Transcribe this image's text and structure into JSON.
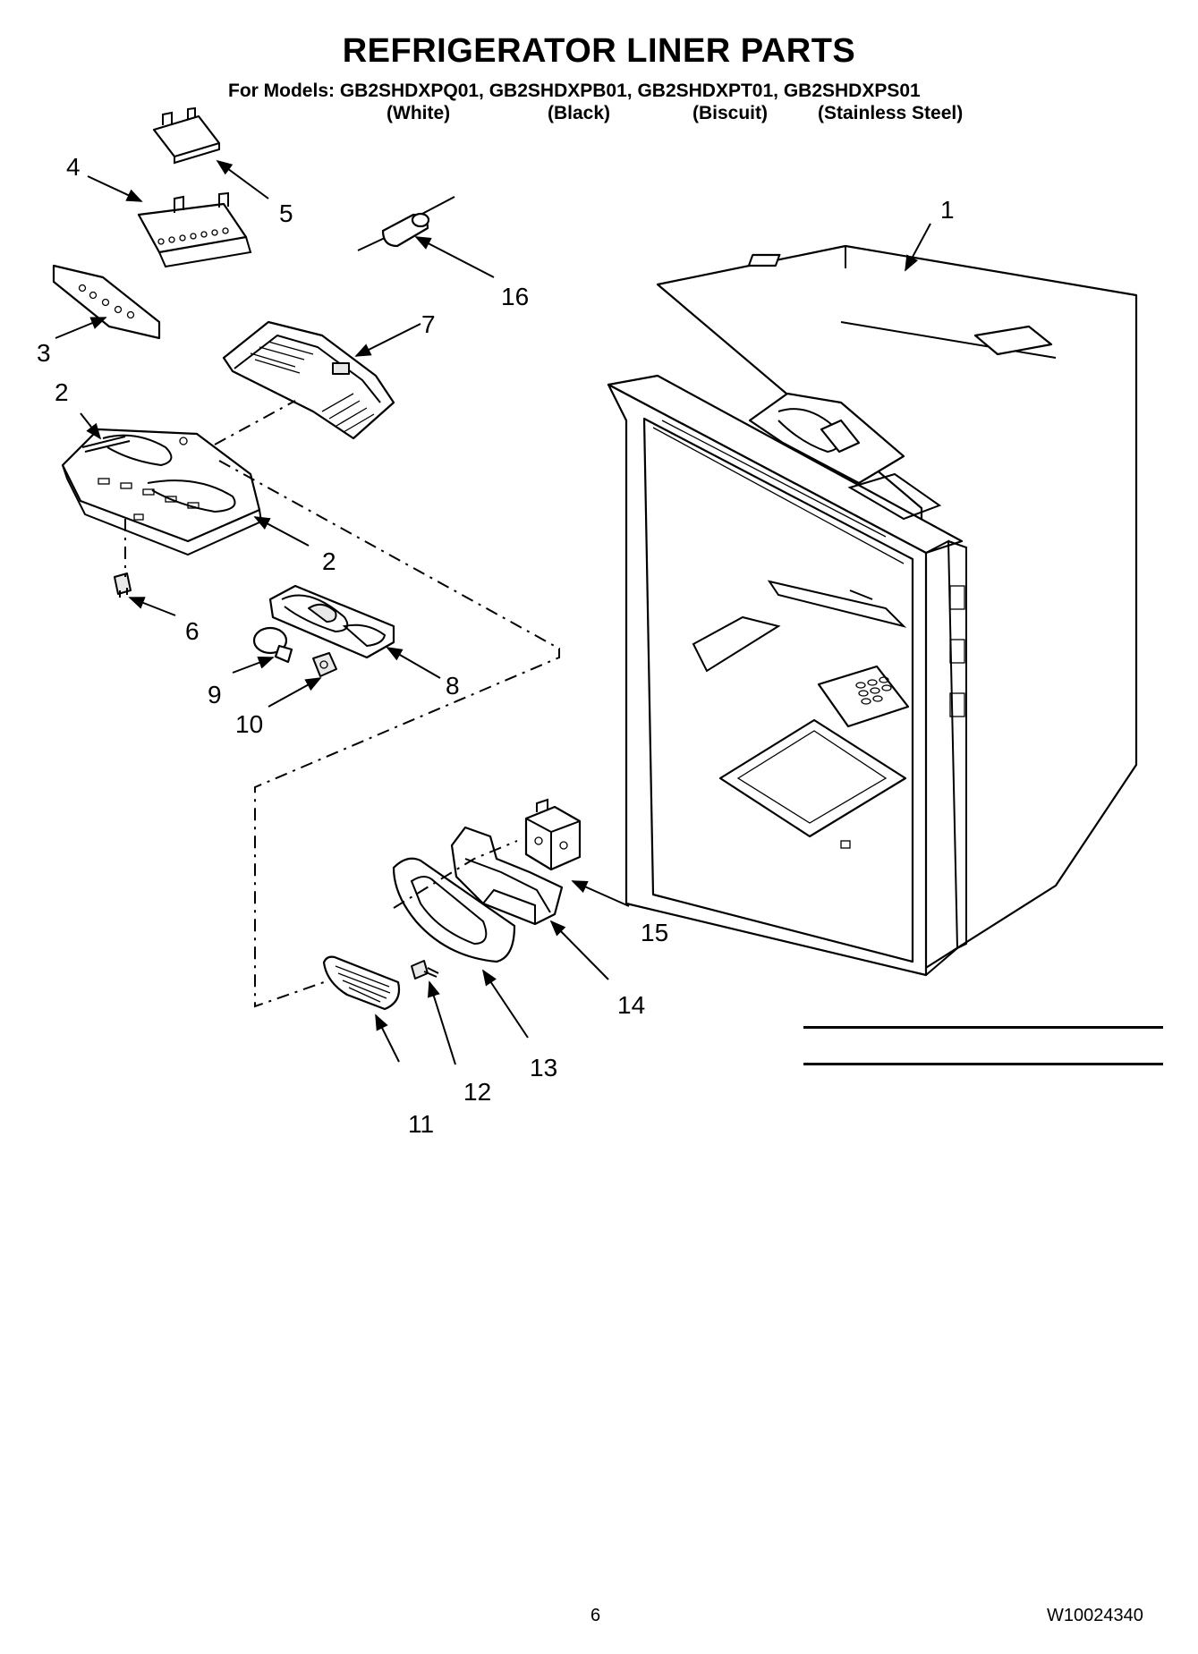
{
  "header": {
    "title": "REFRIGERATOR LINER PARTS",
    "models_line": "For Models: GB2SHDXPQ01, GB2SHDXPB01, GB2SHDXPT01, GB2SHDXPS01",
    "variants": [
      "(White)",
      "(Black)",
      "(Biscuit)",
      "(Stainless Steel)"
    ]
  },
  "callouts": [
    "1",
    "2",
    "2",
    "3",
    "4",
    "5",
    "6",
    "7",
    "8",
    "9",
    "10",
    "11",
    "12",
    "13",
    "14",
    "15",
    "16"
  ],
  "footer": {
    "page_number": "6",
    "document_number": "W10024340"
  }
}
